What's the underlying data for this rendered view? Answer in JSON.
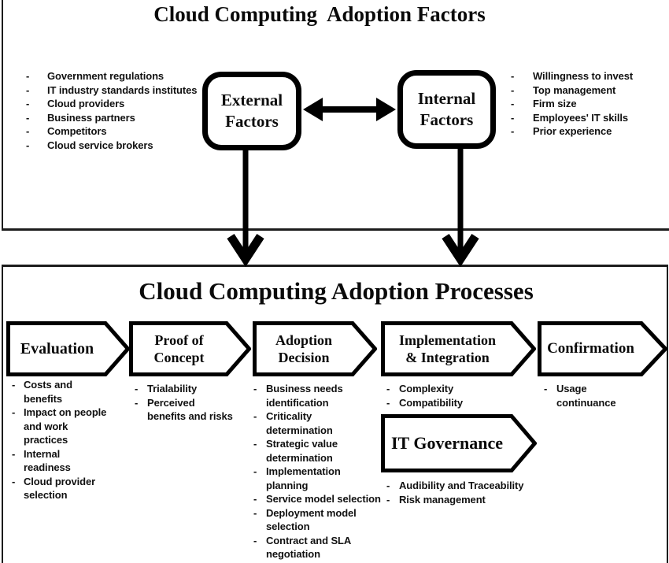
{
  "colors": {
    "ink": "#000000",
    "background": "#ffffff"
  },
  "factors_section": {
    "title": "Cloud Computing  Adoption Factors",
    "external_box_label": "External\nFactors",
    "internal_box_label": "Internal\nFactors",
    "external_list": [
      "Government regulations",
      "IT industry standards institutes",
      "Cloud providers",
      "Business partners",
      "Competitors",
      "Cloud service brokers"
    ],
    "internal_list": [
      "Willingness to invest",
      "Top management",
      "Firm size",
      "Employees' IT skills",
      "Prior experience"
    ]
  },
  "processes_section": {
    "title": "Cloud Computing Adoption Processes",
    "stages": [
      {
        "label": "Evaluation",
        "items": [
          "Costs and\nbenefits",
          "Impact on people\nand work\npractices",
          "Internal\nreadiness",
          "Cloud provider\nselection"
        ]
      },
      {
        "label": "Proof of\nConcept",
        "items": [
          "Trialability",
          "Perceived\nbenefits and risks"
        ]
      },
      {
        "label": "Adoption\nDecision",
        "items": [
          "Business needs\nidentification",
          "Criticality\ndetermination",
          "Strategic value\ndetermination",
          "Implementation\nplanning",
          "Service model selection",
          "Deployment model\nselection",
          "Contract and SLA\nnegotiation"
        ]
      },
      {
        "label": "Implementation\n& Integration",
        "items": [
          "Complexity",
          "Compatibility"
        ]
      },
      {
        "label": "Confirmation",
        "items": [
          "Usage\ncontinuance"
        ]
      }
    ],
    "it_governance": {
      "label": "IT Governance",
      "items": [
        "Audibility and Traceability",
        "Risk management"
      ]
    }
  }
}
